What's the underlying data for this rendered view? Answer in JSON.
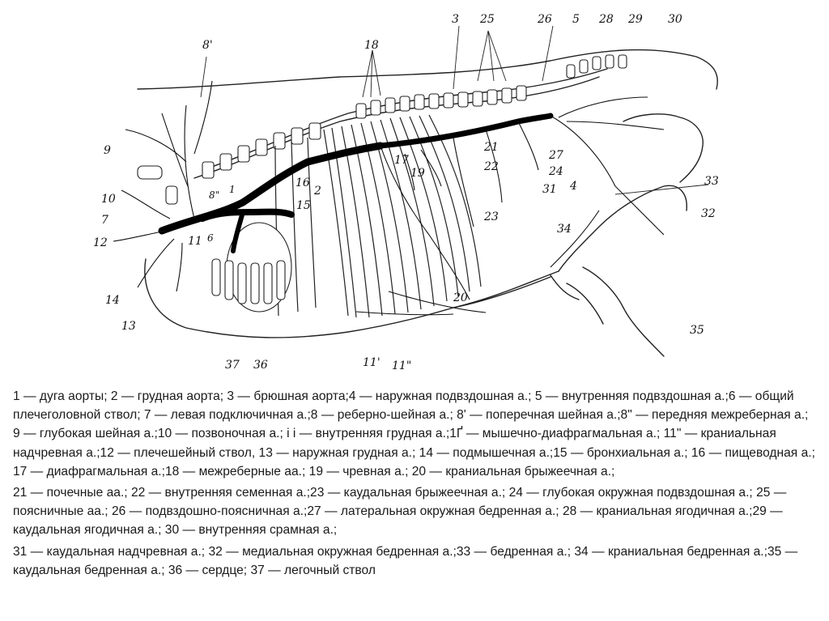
{
  "figure": {
    "labels": {
      "l3": "3",
      "l25": "25",
      "l26": "26",
      "l5": "5",
      "l28": "28",
      "l29": "29",
      "l30": "30",
      "l8p": "8'",
      "l18": "18",
      "l9": "9",
      "l16": "16",
      "l2": "2",
      "l15": "15",
      "l8pp": "8\"",
      "l1": "1",
      "l10": "10",
      "l7": "7",
      "l12": "12",
      "l6": "6",
      "l11": "11",
      "l14": "14",
      "l13": "13",
      "l17": "17",
      "l19": "19",
      "l21": "21",
      "l22": "22",
      "l27": "27",
      "l24": "24",
      "l4": "4",
      "l31": "31",
      "l33": "33",
      "l32": "32",
      "l34": "34",
      "l23": "23",
      "l20": "20",
      "l11p": "11'",
      "l11pp": "11\"",
      "l37": "37",
      "l36": "36",
      "l35": "35"
    }
  },
  "legend": {
    "p1": "1 — дуга аорты; 2 — грудная аорта; 3 — брюшная аорта;4 — наружная подвздошная а.; 5 — внутренняя подвздошная а.;6 — общий плечеголовной ствол; 7 — левая подключичная а.;8 — реберно-шейная а.; 8' — поперечная шейная а.;8\" — передняя межреберная а.; 9 — глубокая шейная а.;10 — позвоночная а.; i i — внутренняя грудная а.;1Ґ — мышечно-диафрагмальная а.; 11\" — краниальная надчревная а.;12 — плечешейный ствол, 13 — наружная грудная а.; 14 — подмышечная а.;15 — бронхиальная а.; 16 — пищеводная а.; 17 — диафрагмальная а.;18 — межреберные аа.; 19 — чревная а.; 20 — краниальная брыжеечная а.;",
    "p2": "21 — почечные аа.; 22 — внутренняя семенная а.;23 — каудальная брыжеечная а.; 24 — глубокая окружная подвздошная а.; 25 — поясничные аа.; 26 — подвздошно-поясничная а.;27 — латеральная окружная бедренная а.; 28 — краниальная ягодичная а.;29 — каудальная ягодичная а.; 30 — внутренняя срамная а.;",
    "p3": "31 — каудальная надчревная а.; 32 — медиальная окружная бедренная а.;33 — бедренная а.; 34 — краниальная бедренная а.;35 — каудальная бедренная а.; 36 — сердце; 37 — легочный ствол"
  }
}
